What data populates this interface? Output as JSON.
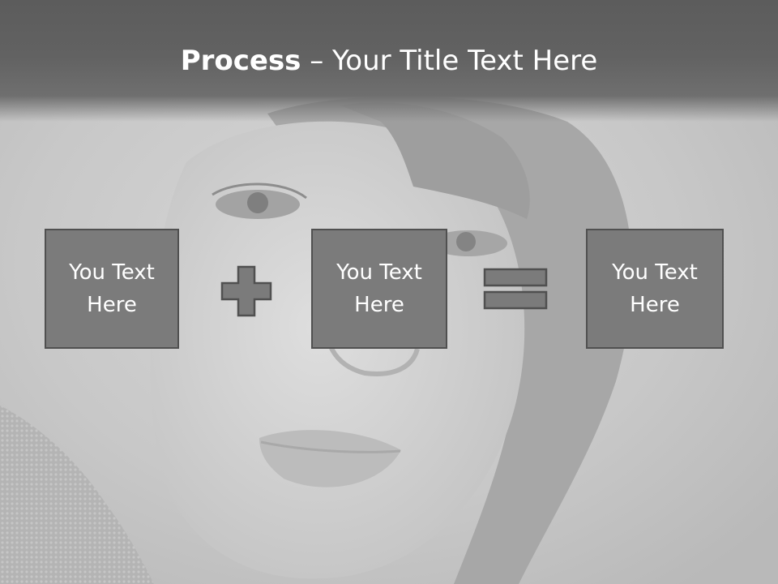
{
  "slide": {
    "title_bold": "Process",
    "title_rest": " – Your Title Text Here",
    "background_image": "grayscale-portrait-photo"
  },
  "process": {
    "boxes": [
      {
        "line1": "You Text",
        "line2": "Here"
      },
      {
        "line1": "You Text",
        "line2": "Here"
      },
      {
        "line1": "You Text",
        "line2": "Here"
      }
    ],
    "operators": [
      "plus-icon",
      "equals-icon"
    ]
  },
  "colors": {
    "box_fill": "#7b7b7b",
    "box_border": "#505050",
    "header_band": "#5c5c5c",
    "text": "#ffffff"
  }
}
